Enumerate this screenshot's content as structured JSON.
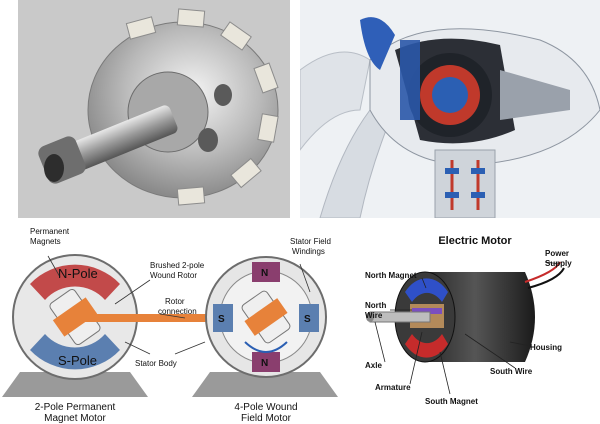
{
  "motors": {
    "permanent_magnets": [
      "Permanent",
      "Magnets"
    ],
    "n_pole": "N-Pole",
    "s_pole": "S-Pole",
    "brushed_rotor": [
      "Brushed 2-pole",
      "Wound Rotor"
    ],
    "rotor_connection": [
      "Rotor",
      "connection"
    ],
    "stator_field": [
      "Stator Field",
      "Windings"
    ],
    "stator_body": "Stator Body",
    "n": "N",
    "s": "S",
    "caption_left": [
      "2-Pole Permanent",
      "Magnet Motor"
    ],
    "caption_right": [
      "4-Pole Wound",
      "Field Motor"
    ]
  },
  "electric_motor": {
    "title": "Electric Motor",
    "power_supply": [
      "Power",
      "Supply"
    ],
    "north_magnet": "North Magnet",
    "north_wire": [
      "North",
      "Wire"
    ],
    "housing": "Housing",
    "south_wire": "South Wire",
    "axle": "Axle",
    "armature": "Armature",
    "south_magnet": "South Magnet"
  }
}
